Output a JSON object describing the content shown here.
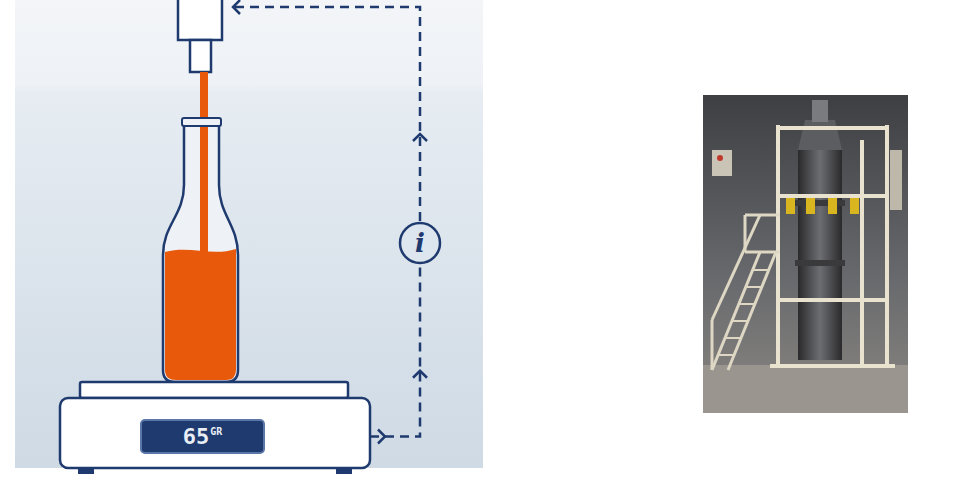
{
  "diagram": {
    "nodes": [
      {
        "text": [
          "65",
          "GR"
        ]
      },
      {
        "text": [
          "i"
        ]
      }
    ],
    "edges": [
      {
        "from": 0,
        "to": 1,
        "arrow": "to"
      }
    ]
  }
}
